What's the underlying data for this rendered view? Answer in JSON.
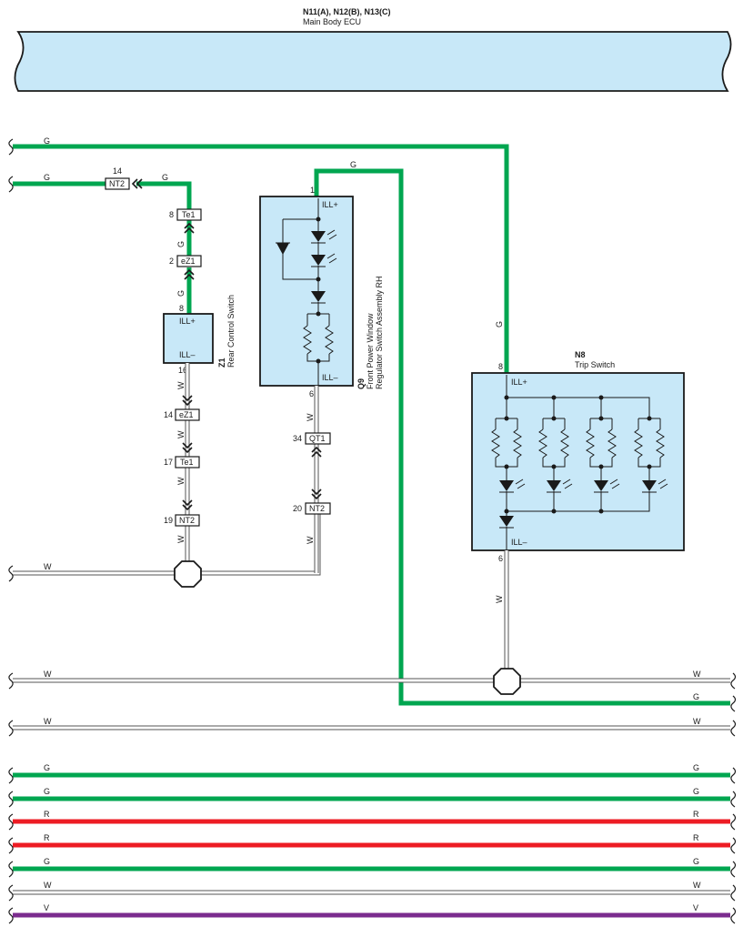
{
  "ecu": {
    "ids": "N11(A), N12(B), N13(C)",
    "name": "Main Body ECU"
  },
  "rear_switch": {
    "id": "Z1",
    "name": "Rear Control Switch",
    "ill_plus": "ILL+",
    "ill_minus": "ILL–",
    "pin_in": "8",
    "pin_out": "16"
  },
  "front_switch": {
    "id": "Q9",
    "name_line1": "Front Power Window",
    "name_line2": "Regulator Switch Assembly RH",
    "ill_plus": "ILL+",
    "ill_minus": "ILL–",
    "pin_in": "1",
    "pin_out": "6"
  },
  "trip_switch": {
    "id": "N8",
    "name": "Trip Switch",
    "ill_plus": "ILL+",
    "ill_minus": "ILL–",
    "pin_in": "8",
    "pin_out": "6"
  },
  "connectors": {
    "nt2_top": {
      "name": "NT2",
      "pin": "14"
    },
    "te1_top": {
      "name": "Te1",
      "pin": "8"
    },
    "ez1_top": {
      "name": "eZ1",
      "pin": "2"
    },
    "ez1_bot": {
      "name": "eZ1",
      "pin": "14"
    },
    "te1_bot": {
      "name": "Te1",
      "pin": "17"
    },
    "nt2_bot": {
      "name": "NT2",
      "pin": "19"
    },
    "qt1": {
      "name": "QT1",
      "pin": "34"
    },
    "nt2_q9": {
      "name": "NT2",
      "pin": "20"
    }
  },
  "wire_colors": {
    "green": "#00a650",
    "red": "#ed1c24",
    "violet": "#7b2c8e",
    "white_outline": "#555555",
    "box_fill": "#c8e8f8"
  },
  "wire_labels": {
    "g": "G",
    "w": "W",
    "r": "R",
    "v": "V"
  },
  "bottom_bus": [
    "G",
    "G",
    "R",
    "R",
    "G",
    "W",
    "V"
  ]
}
